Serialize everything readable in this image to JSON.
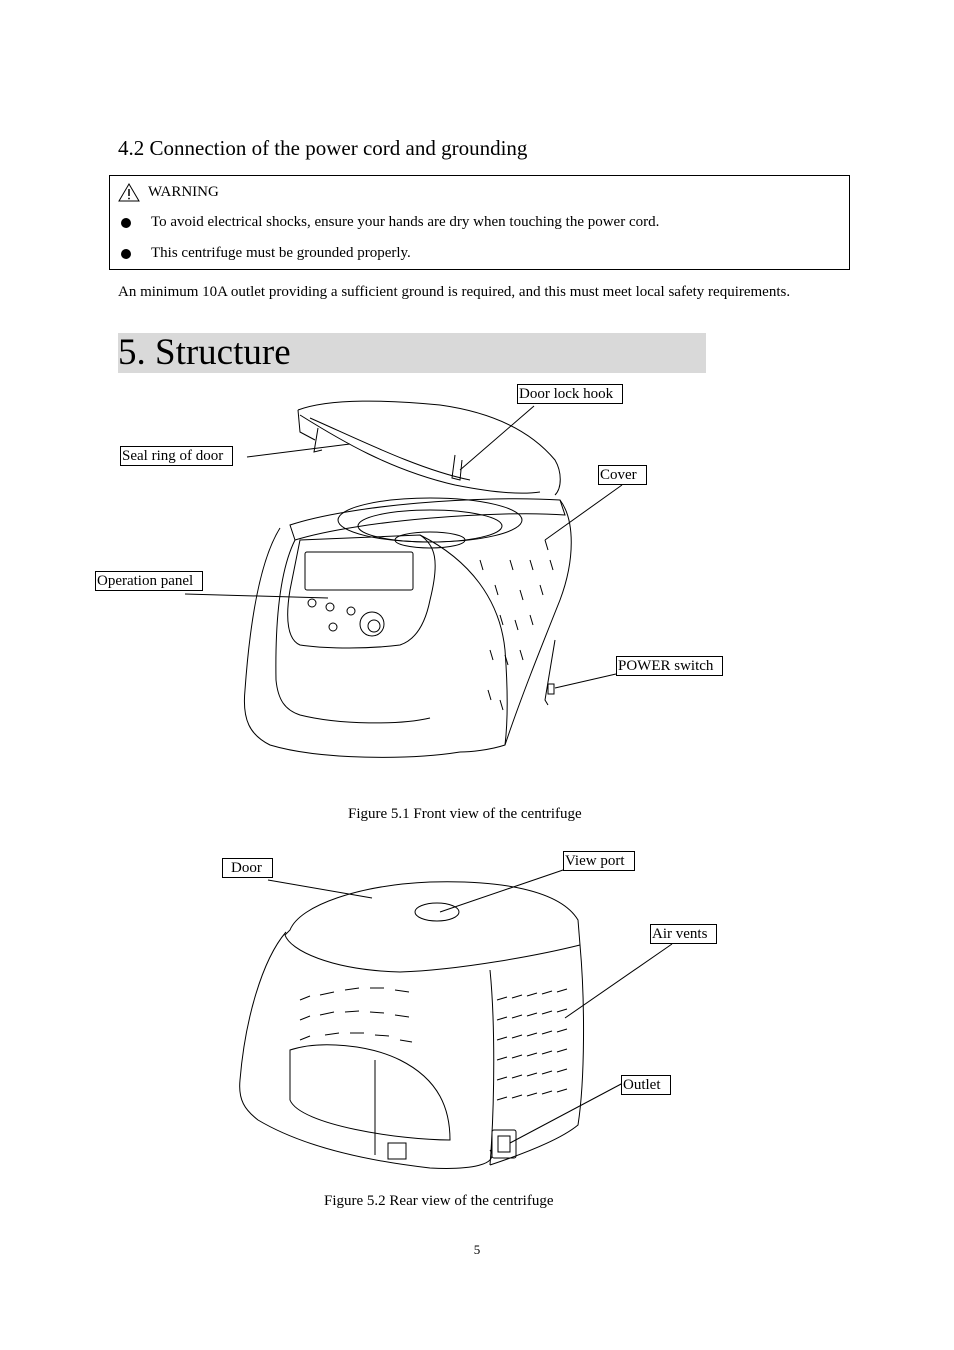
{
  "section_heading": "4.2 Connection of the power cord and grounding",
  "warning": {
    "title": "WARNING",
    "items": [
      "To avoid electrical shocks, ensure your hands are dry when touching the power cord.",
      "This centrifuge must be grounded properly."
    ]
  },
  "paragraph": "An minimum 10A outlet providing a sufficient ground is required, and this must meet local safety requirements.",
  "structure_title": "5. Structure",
  "figure1": {
    "labels": {
      "door_lock_hook": "Door lock hook",
      "seal_ring": "Seal ring of door",
      "cover": "Cover",
      "operation_panel": "Operation panel",
      "power_switch": "POWER switch"
    },
    "caption": "Figure 5.1 Front view of the centrifuge"
  },
  "figure2": {
    "labels": {
      "door": "Door",
      "view_port": "View port",
      "air_vents": "Air vents",
      "outlet": "Outlet"
    },
    "caption": "Figure 5.2 Rear view of the centrifuge"
  },
  "page_number": "5"
}
